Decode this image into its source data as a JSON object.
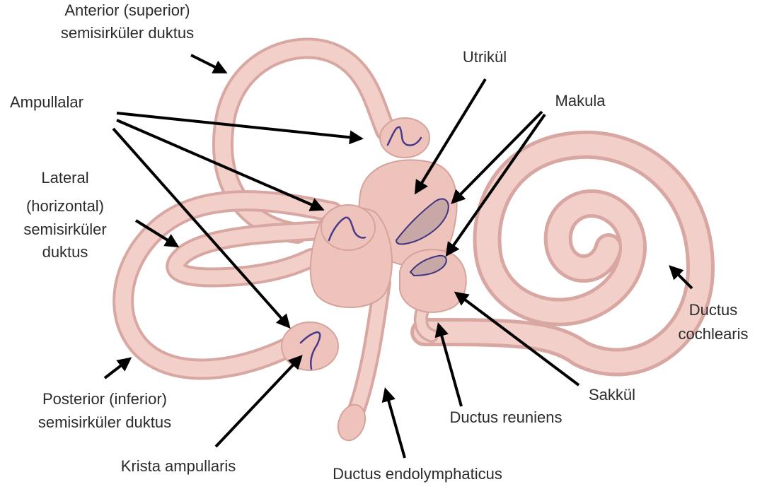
{
  "labels": {
    "anterior_line1": "Anterior (superior)",
    "anterior_line2": "semisirküler duktus",
    "ampullalar": "Ampullalar",
    "lateral_line1": "Lateral",
    "lateral_line2": "(horizontal)",
    "lateral_line3": "semisirküler",
    "lateral_line4": "duktus",
    "posterior_line1": "Posterior (inferior)",
    "posterior_line2": "semisirküler duktus",
    "krista": "Krista ampullaris",
    "endolymphaticus": "Ductus endolymphaticus",
    "reuniens": "Ductus reuniens",
    "sakkul": "Sakkül",
    "cochlearis_line1": "Ductus",
    "cochlearis_line2": "cochlearis",
    "utrikul": "Utrikül",
    "makula": "Makula"
  },
  "colors": {
    "tissue": "#eec3bb",
    "tissue_edge": "#d9a7a2",
    "sensory": "#4a3a8c",
    "arrow": "#000000"
  }
}
